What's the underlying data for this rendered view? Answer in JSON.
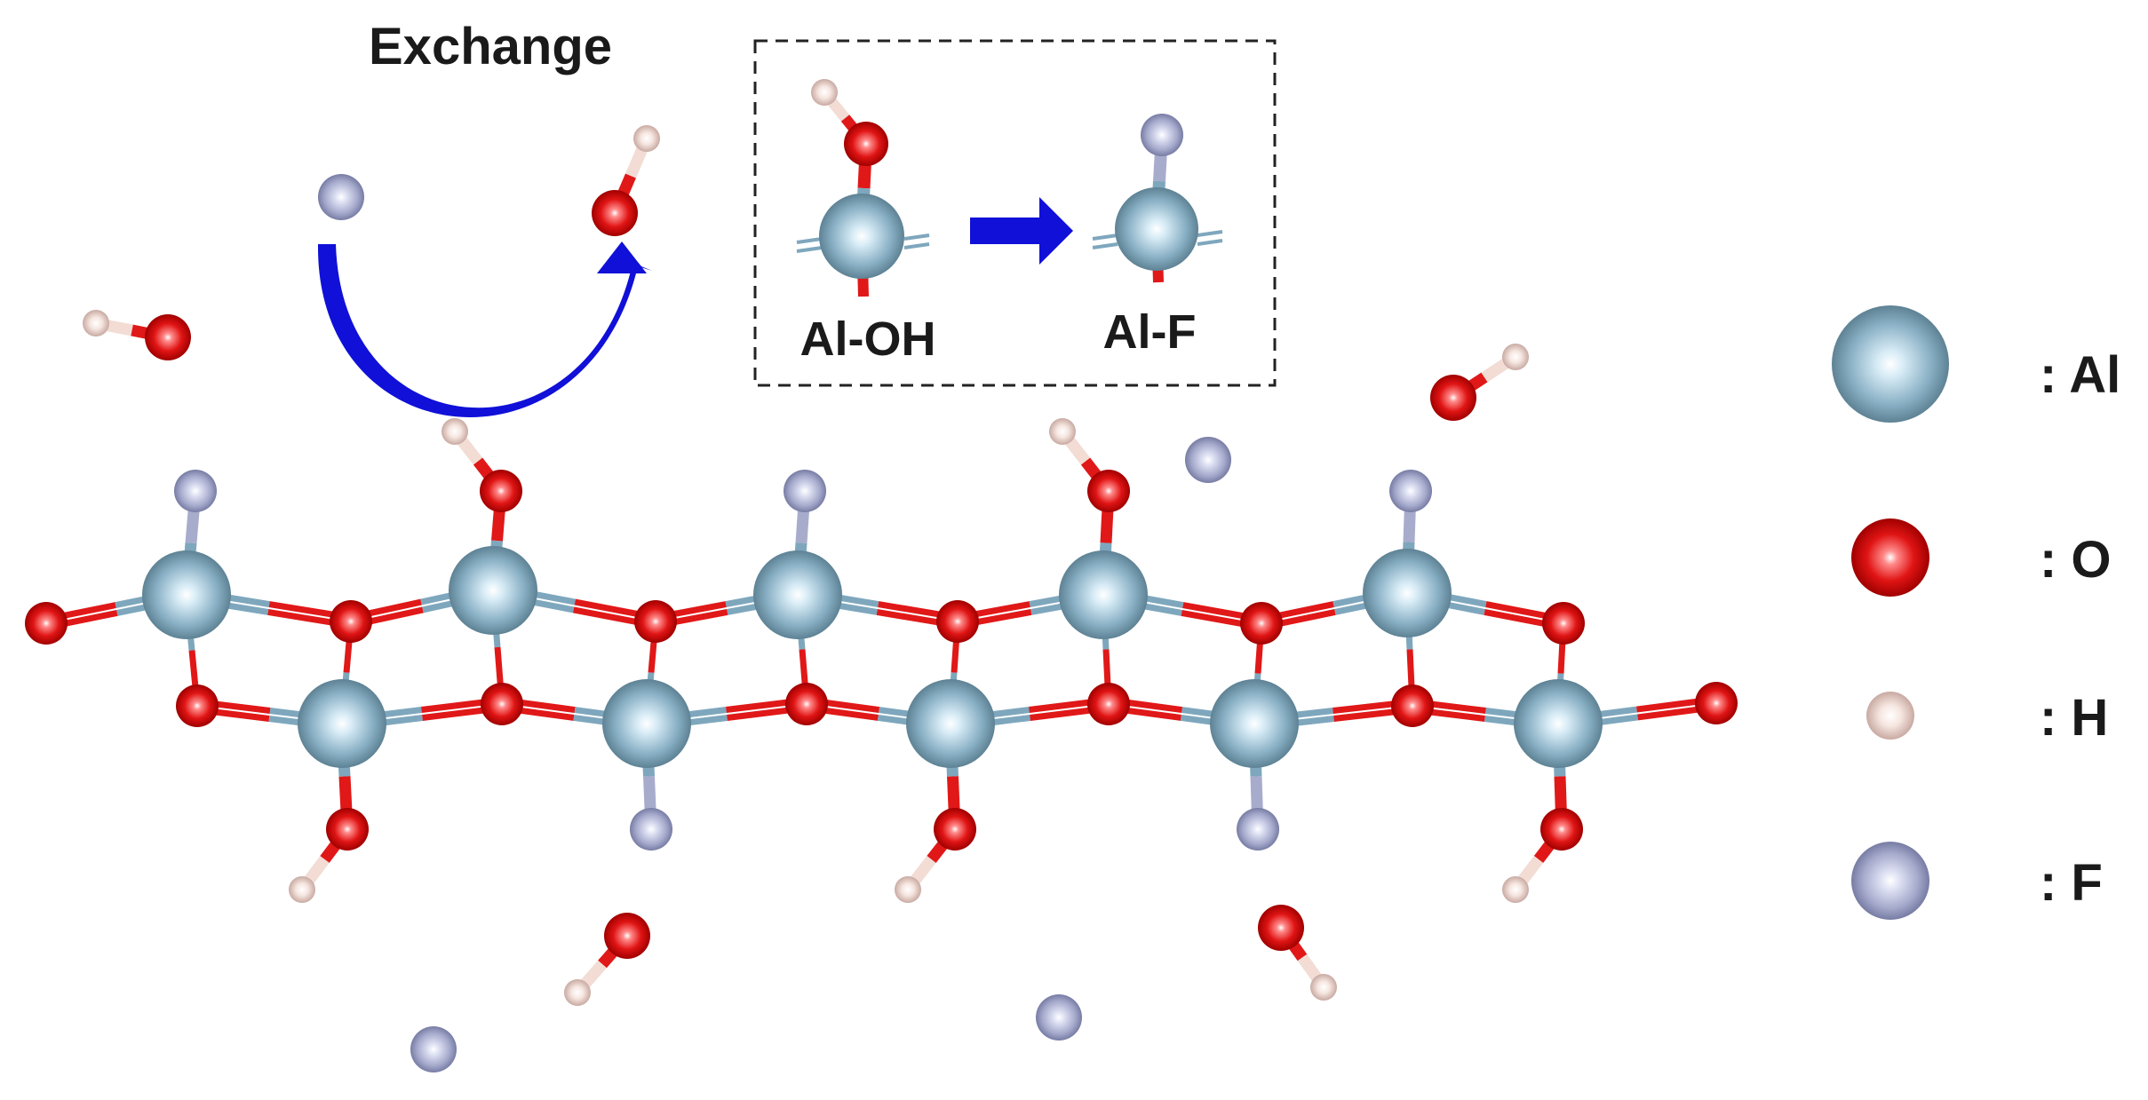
{
  "exchange_label": "Exchange",
  "inset": {
    "left_label": "Al-OH",
    "right_label": "Al-F"
  },
  "legend": [
    {
      "element": "Al",
      "label": ": Al"
    },
    {
      "element": "O",
      "label": ": O"
    },
    {
      "element": "H",
      "label": ": H"
    },
    {
      "element": "F",
      "label": ": F"
    }
  ],
  "colors": {
    "Al": "#8fb6cc",
    "O": "#e01010",
    "H": "#f0d8d0",
    "F": "#b4b8d8",
    "arrow": "#1010d8"
  }
}
